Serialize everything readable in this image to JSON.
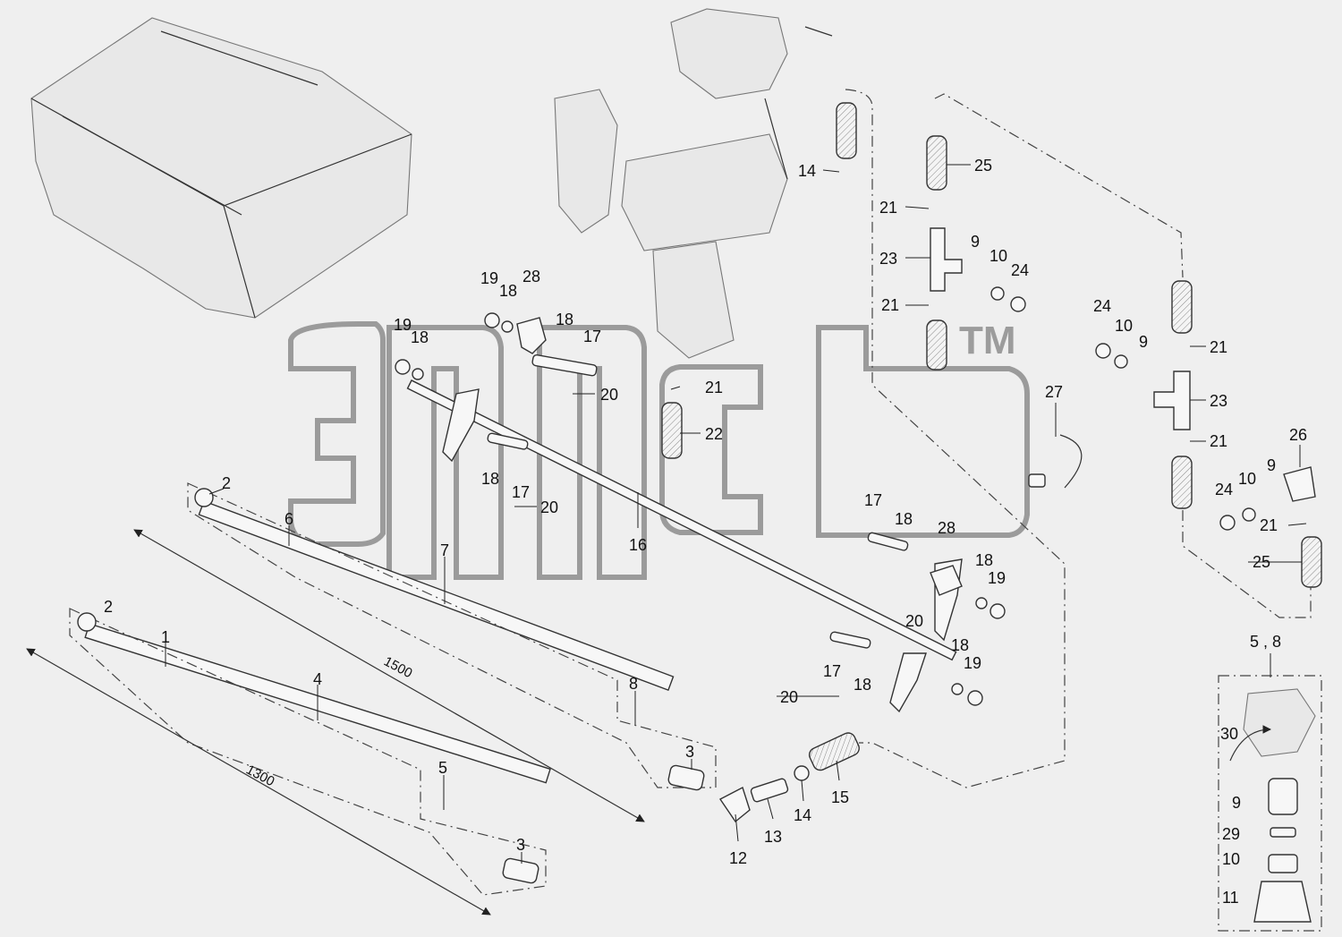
{
  "watermark": {
    "text": "элсб",
    "tm": "TM"
  },
  "dimensions": [
    {
      "id": "dim-1500",
      "text": "1500"
    },
    {
      "id": "dim-1300",
      "text": "1300"
    }
  ],
  "inset": {
    "title": "5 , 8"
  },
  "labels": [
    {
      "text": "2"
    },
    {
      "text": "6"
    },
    {
      "text": "7"
    },
    {
      "text": "1"
    },
    {
      "text": "2"
    },
    {
      "text": "4"
    },
    {
      "text": "8"
    },
    {
      "text": "3"
    },
    {
      "text": "5"
    },
    {
      "text": "3"
    },
    {
      "text": "12"
    },
    {
      "text": "13"
    },
    {
      "text": "14"
    },
    {
      "text": "15"
    },
    {
      "text": "16"
    },
    {
      "text": "19"
    },
    {
      "text": "18"
    },
    {
      "text": "19"
    },
    {
      "text": "18"
    },
    {
      "text": "28"
    },
    {
      "text": "18"
    },
    {
      "text": "17"
    },
    {
      "text": "20"
    },
    {
      "text": "21"
    },
    {
      "text": "22"
    },
    {
      "text": "18"
    },
    {
      "text": "17"
    },
    {
      "text": "20"
    },
    {
      "text": "14"
    },
    {
      "text": "25"
    },
    {
      "text": "21"
    },
    {
      "text": "9"
    },
    {
      "text": "10"
    },
    {
      "text": "24"
    },
    {
      "text": "23"
    },
    {
      "text": "21"
    },
    {
      "text": "24"
    },
    {
      "text": "10"
    },
    {
      "text": "9"
    },
    {
      "text": "21"
    },
    {
      "text": "23"
    },
    {
      "text": "21"
    },
    {
      "text": "27"
    },
    {
      "text": "26"
    },
    {
      "text": "24"
    },
    {
      "text": "10"
    },
    {
      "text": "9"
    },
    {
      "text": "21"
    },
    {
      "text": "25"
    },
    {
      "text": "17"
    },
    {
      "text": "18"
    },
    {
      "text": "28"
    },
    {
      "text": "18"
    },
    {
      "text": "19"
    },
    {
      "text": "20"
    },
    {
      "text": "18"
    },
    {
      "text": "19"
    },
    {
      "text": "17"
    },
    {
      "text": "18"
    },
    {
      "text": "20"
    },
    {
      "text": "30"
    },
    {
      "text": "9"
    },
    {
      "text": "29"
    },
    {
      "text": "10"
    },
    {
      "text": "11"
    }
  ]
}
